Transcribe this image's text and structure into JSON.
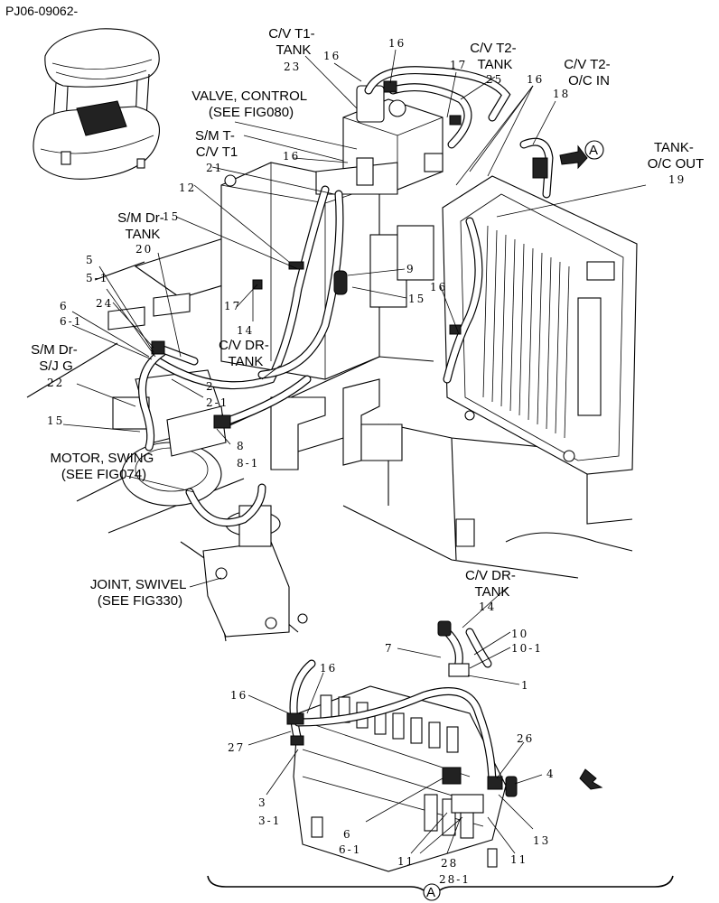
{
  "figure_code": "PJ06-09062-",
  "callouts": {
    "cv_t1_tank": [
      "C/V T1-",
      "TANK"
    ],
    "cv_t2_tank": [
      "C/V T2-",
      "TANK"
    ],
    "cv_t2_oc_in": [
      "C/V T2-",
      "O/C IN"
    ],
    "valve_control": [
      "VALVE, CONTROL",
      "(SEE FIG080)"
    ],
    "sm_t_cv_t1": [
      "S/M T-",
      "C/V T1"
    ],
    "tank_oc_out": [
      "TANK-",
      "O/C OUT"
    ],
    "sm_dr_tank": [
      "S/M Dr-",
      "TANK"
    ],
    "sm_dr_sj_g": [
      "S/M Dr-",
      "S/J G"
    ],
    "cv_dr_tank": [
      "C/V DR-",
      "TANK"
    ],
    "motor_swing": [
      "MOTOR, SWING",
      "(SEE FIG074)"
    ],
    "joint_swivel": [
      "JOINT, SWIVEL",
      "(SEE FIG330)"
    ],
    "cv_dr_tank_detail": [
      "C/V DR-",
      "TANK"
    ]
  },
  "view_marker": "A",
  "part_numbers": {
    "p16_top_a": "16",
    "p16_top_b": "16",
    "p23": "23",
    "p17_top": "17",
    "p25": "25",
    "p16_top_c": "16",
    "p18": "18",
    "p16_mid": "16",
    "p21": "21",
    "p19": "19",
    "p12": "12",
    "p15_a": "15",
    "p20": "20",
    "p9": "9",
    "p15_b": "15",
    "p5": "5",
    "p5_1": "5-1",
    "p17_mid": "17",
    "p16_right": "16",
    "p6": "6",
    "p6_1": "6-1",
    "p24": "24",
    "p14_mid": "14",
    "p22": "22",
    "p2": "2",
    "p2_1": "2-1",
    "p15_c": "15",
    "p8": "8",
    "p8_1": "8-1",
    "p14_det": "14",
    "p10": "10",
    "p10_1": "10-1",
    "p7": "7",
    "p1": "1",
    "p16_det_a": "16",
    "p16_det_b": "16",
    "p27": "27",
    "p26": "26",
    "p4": "4",
    "p3": "3",
    "p3_1": "3-1",
    "p6_det": "6",
    "p6_1_det": "6-1",
    "p11_a": "11",
    "p11_b": "11",
    "p28": "28",
    "p28_1": "28-1",
    "p13": "13"
  }
}
